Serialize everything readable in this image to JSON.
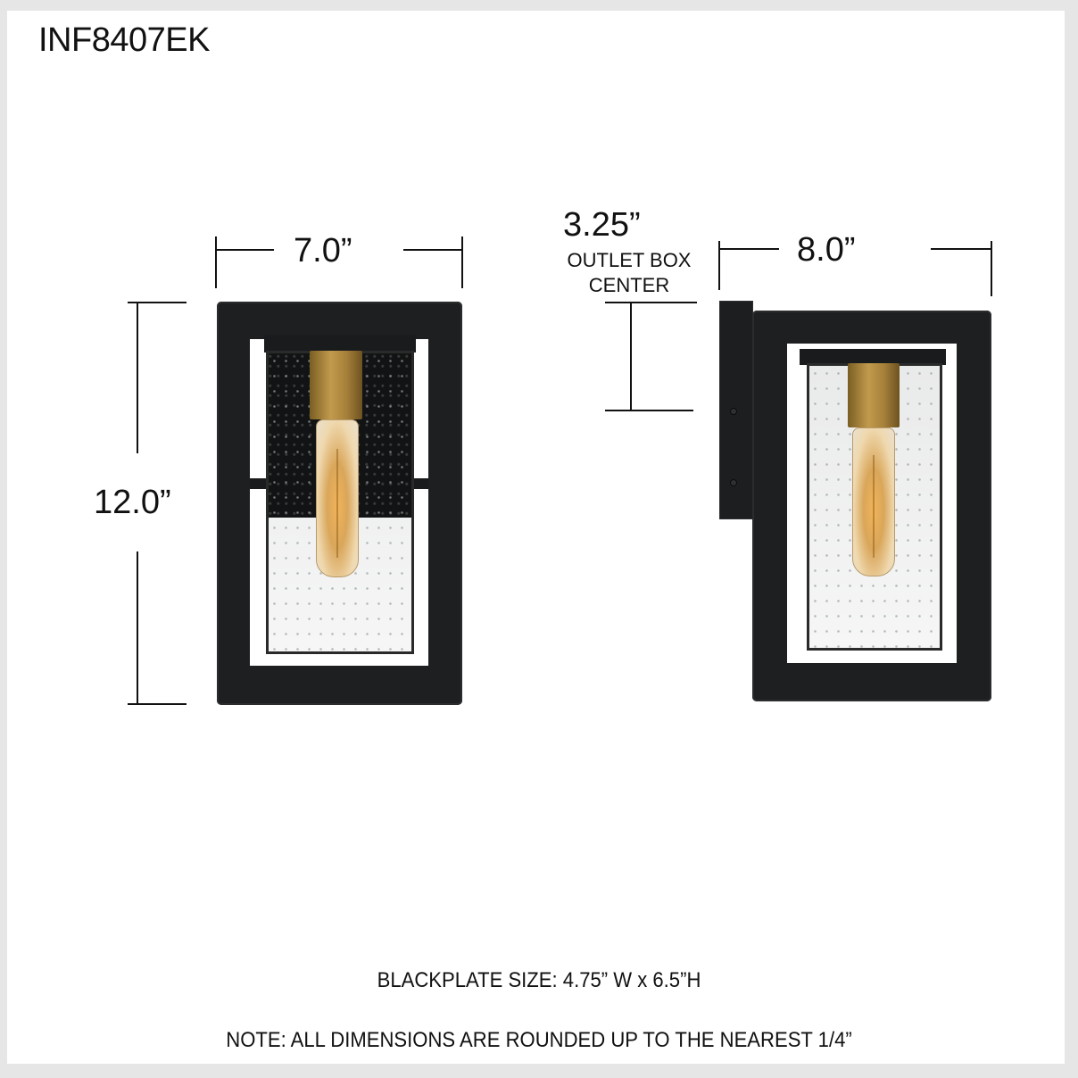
{
  "title": "INF8407EK",
  "front_view": {
    "width_label": "7.0”",
    "height_label": "12.0”"
  },
  "side_view": {
    "depth_label": "8.0”",
    "outlet_offset_label": "3.25”",
    "outlet_caption_line1": "OUTLET BOX",
    "outlet_caption_line2": "CENTER"
  },
  "footer": {
    "backplate": "BLACKPLATE SIZE: 4.75” W x 6.5”H",
    "note": "NOTE: ALL DIMENSIONS ARE ROUNDED UP TO THE NEAREST 1/4”"
  },
  "colors": {
    "frame": "#1e1f21",
    "brass": "#b08a3e",
    "background": "#e6e6e6",
    "sheet": "#ffffff"
  }
}
